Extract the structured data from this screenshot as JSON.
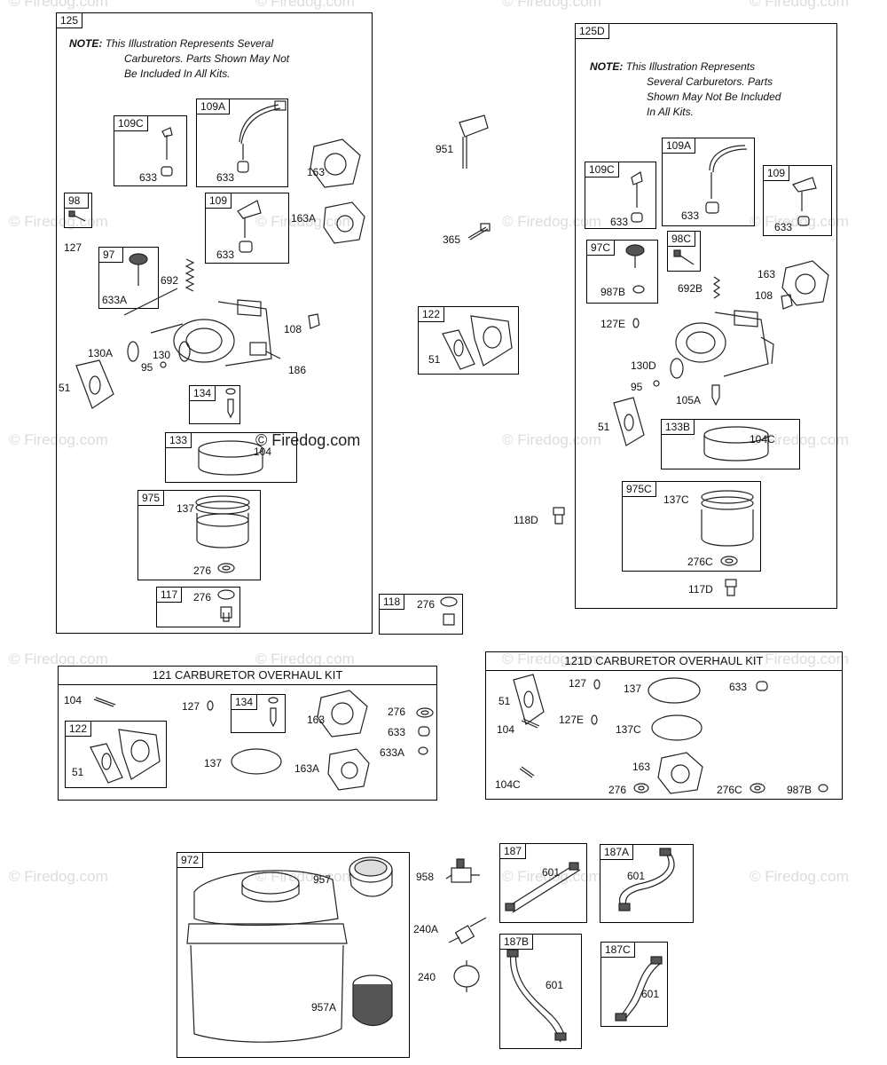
{
  "watermark": "© Firedog.com",
  "watermark_center": "© Firedog.com",
  "box125": {
    "tag": "125",
    "note_bold": "NOTE:",
    "note_line1": "This Illustration Represents Several",
    "note_line2": "Carburetors. Parts Shown May Not",
    "note_line3": "Be Included In All Kits.",
    "sub109C": "109C",
    "l633a": "633",
    "sub109A": "109A",
    "l633b": "633",
    "sub98": "98",
    "l127": "127",
    "sub109": "109",
    "l633c": "633",
    "sub97": "97",
    "l633A": "633A",
    "l692": "692",
    "l163": "163",
    "l163A": "163A",
    "l108": "108",
    "l130A": "130A",
    "l130": "130",
    "l95": "95",
    "l51": "51",
    "l186": "186",
    "sub134": "134",
    "sub133": "133",
    "l104": "104",
    "sub975": "975",
    "l137": "137",
    "l276a": "276",
    "sub117": "117",
    "l276b": "276"
  },
  "loose": {
    "l951": "951",
    "l365": "365",
    "sub122": "122",
    "l51": "51",
    "sub118": "118",
    "l276": "276",
    "l118D": "118D"
  },
  "box125D": {
    "tag": "125D",
    "note_bold": "NOTE:",
    "note_line1": "This Illustration Represents",
    "note_line2": "Several Carburetors. Parts",
    "note_line3": "Shown May Not Be Included",
    "note_line4": "In All Kits.",
    "sub109A": "109A",
    "l633a": "633",
    "sub109C": "109C",
    "l633b": "633",
    "sub109": "109",
    "l633c": "633",
    "sub97C": "97C",
    "l987B": "987B",
    "sub98C": "98C",
    "l692B": "692B",
    "l163": "163",
    "l108": "108",
    "l127E": "127E",
    "l130D": "130D",
    "l95": "95",
    "l105A": "105A",
    "l51": "51",
    "sub133B": "133B",
    "l104C": "104C",
    "sub975C": "975C",
    "l137C": "137C",
    "l276C": "276C",
    "l117D": "117D"
  },
  "kit121": {
    "title": "121 CARBURETOR OVERHAUL KIT",
    "l104": "104",
    "l127": "127",
    "sub134": "134",
    "l163": "163",
    "l276": "276",
    "l633": "633",
    "l633A": "633A",
    "sub122": "122",
    "l51": "51",
    "l137": "137",
    "l163A": "163A"
  },
  "kit121D": {
    "title": "121D CARBURETOR OVERHAUL KIT",
    "l51": "51",
    "l127": "127",
    "l137": "137",
    "l633": "633",
    "l127E": "127E",
    "l104": "104",
    "l137C": "137C",
    "l163": "163",
    "l104C": "104C",
    "l276": "276",
    "l276C": "276C",
    "l987B": "987B"
  },
  "fuel": {
    "sub972": "972",
    "l957": "957",
    "l957A": "957A",
    "l958": "958",
    "l240A": "240A",
    "l240": "240",
    "sub187": "187",
    "l601a": "601",
    "sub187A": "187A",
    "l601b": "601",
    "sub187B": "187B",
    "l601c": "601",
    "sub187C": "187C",
    "l601d": "601"
  }
}
